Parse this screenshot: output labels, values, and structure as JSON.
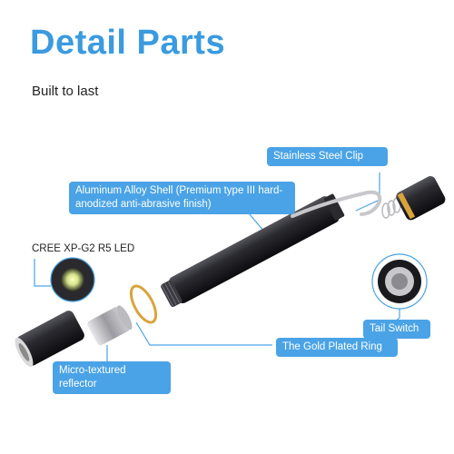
{
  "header": {
    "title": "Detail Parts",
    "subtitle": "Built to last"
  },
  "callouts": {
    "clip": "Stainless Steel Clip",
    "shell": "Aluminum Alloy Shell (Premium type III hard-anodized anti-abrasive finish)",
    "led": "CREE XP-G2 R5 LED",
    "ring": "The Gold Plated Ring",
    "reflector": "Micro-textured reflector",
    "tail": "Tail Switch"
  },
  "colors": {
    "accent": "#4aa3e6",
    "title": "#3a9be0",
    "gold": "#d9a43a",
    "body": "#1e1e22"
  }
}
